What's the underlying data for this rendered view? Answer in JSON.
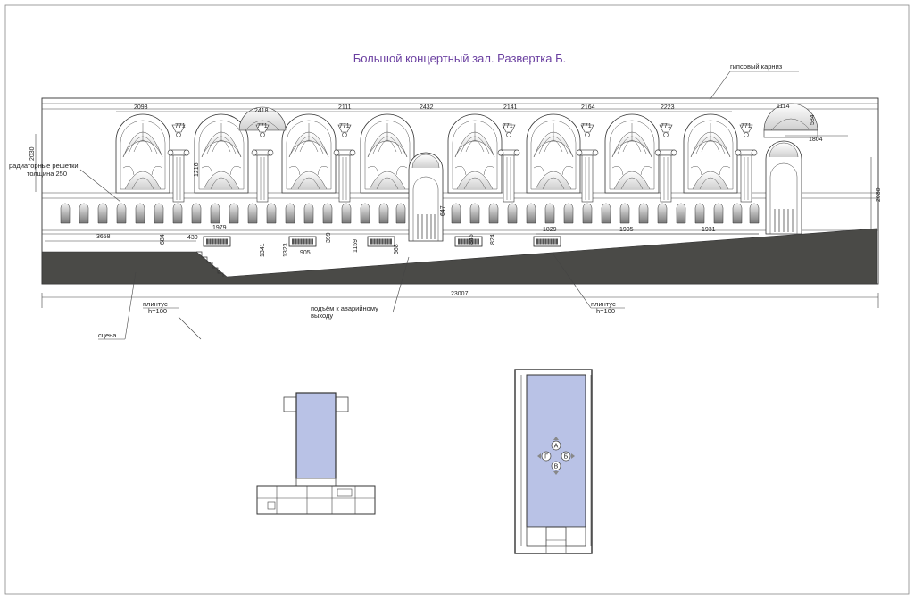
{
  "title": "Большой концертный зал. Развертка Б.",
  "labels": {
    "cornice": "гипсовый карниз",
    "radiator_1": "радиаторные решетки",
    "radiator_2": "толщина 250",
    "stage": "сцена",
    "plinth_left_1": "плинтус",
    "plinth_left_2": "h=100",
    "plinth_right_1": "плинтус",
    "plinth_right_2": "h=100",
    "exit_1": "подъём к аварийному",
    "exit_2": "выходу"
  },
  "dimensions": {
    "top": [
      "2093",
      "2418",
      "2111",
      "2432",
      "2141",
      "2164",
      "2223"
    ],
    "small": [
      "771",
      "771",
      "771",
      "771",
      "771",
      "771",
      "771"
    ],
    "right_top": "1114",
    "right_h": "584",
    "right_w": "1804",
    "left_h": "2030",
    "h1216": "1216",
    "h647": "647",
    "right_h2030": "2030",
    "bottom_3658": "3658",
    "bottom_1979": "1979",
    "bottom_1829": "1829",
    "bottom_1905": "1905",
    "bottom_1931": "1931",
    "v684": "684",
    "v430": "430",
    "v1341": "1341",
    "v1323": "1323",
    "v905": "905",
    "v399": "399",
    "v1159": "1159",
    "v568": "568",
    "v846": "846",
    "v824": "824",
    "total": "23007"
  },
  "plan_markers": [
    "А",
    "Г",
    "Б",
    "В"
  ],
  "colors": {
    "title": "#6a3fa0",
    "floor": "#4a4a47",
    "room_fill": "#b9c2e6"
  }
}
